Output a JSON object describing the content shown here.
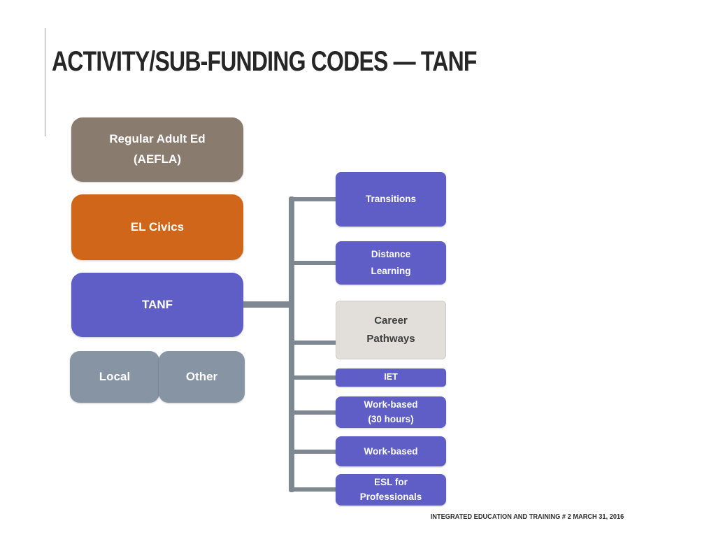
{
  "slide": {
    "title": "ACTIVITY/SUB-FUNDING CODES — TANF",
    "footer": "INTEGRATED EDUCATION AND TRAINING # 2 MARCH 31, 2016"
  },
  "colors": {
    "taupe": "#8a7b6f",
    "orange": "#d0661a",
    "purple": "#5e5ec6",
    "slate_gray": "#8694a4",
    "light_gray": "#e2deda",
    "career_text": "#3f3e3e",
    "connector": "#7d8893",
    "title_text": "#262626",
    "footer_text": "#303030"
  },
  "diagram": {
    "left_nodes": [
      {
        "label": "Regular Adult Ed (AEFLA)",
        "color": "taupe"
      },
      {
        "label": "EL Civics",
        "color": "orange"
      },
      {
        "label": "TANF",
        "color": "purple"
      },
      {
        "label": "Local",
        "color": "slate_gray"
      },
      {
        "label": "Other",
        "color": "slate_gray"
      }
    ],
    "right_nodes": [
      {
        "label": "Transitions",
        "color": "purple"
      },
      {
        "label": "Distance Learning",
        "color": "purple"
      },
      {
        "label": "Career Pathways",
        "color": "light_gray"
      },
      {
        "label": "IET",
        "color": "purple"
      },
      {
        "label": "Work-based (30 hours)",
        "color": "purple"
      },
      {
        "label": "Work-based",
        "color": "purple"
      },
      {
        "label": "ESL for Professionals",
        "color": "purple"
      }
    ]
  }
}
